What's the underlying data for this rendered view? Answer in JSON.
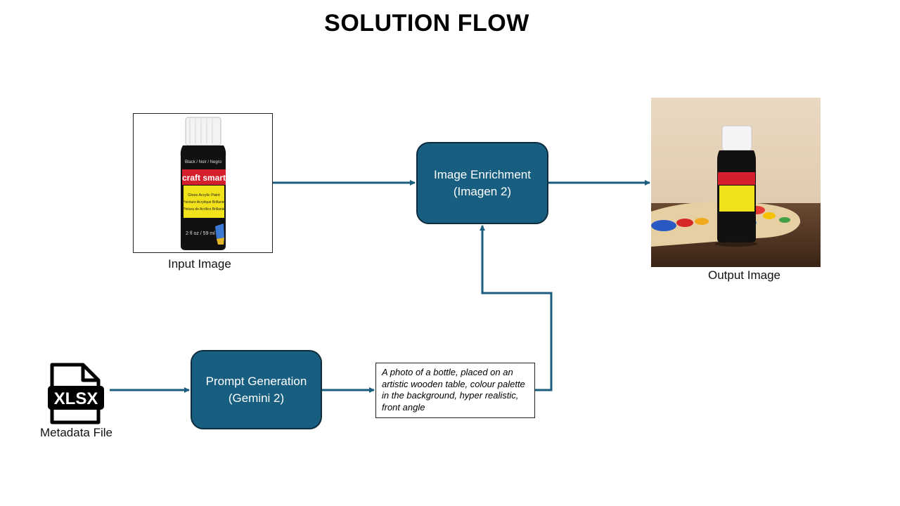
{
  "title": "SOLUTION FLOW",
  "input_image": {
    "caption": "Input Image"
  },
  "output_image": {
    "caption": "Output Image"
  },
  "bottle": {
    "label_top": "Black / Noir / Negro",
    "brand": "craft smart",
    "product_line1": "Gloss Acrylic Paint",
    "product_line2": "Peinture Acrylique Brillante",
    "product_line3": "Pintura de Acrílico Brillante",
    "volume": "2 fl oz / 59 ml"
  },
  "enrichment_node": {
    "line1": "Image Enrichment",
    "line2": "(Imagen 2)"
  },
  "prompt_node": {
    "line1": "Prompt Generation",
    "line2": "(Gemini 2)"
  },
  "prompt_text": "A photo of a bottle, placed on an artistic wooden table, colour palette in the background, hyper realistic, front angle",
  "metadata": {
    "icon_text": "XLSX",
    "caption": "Metadata File"
  },
  "colors": {
    "node_fill": "#175e81",
    "node_border": "#0e2d3c",
    "arrow": "#1b5d7e"
  }
}
